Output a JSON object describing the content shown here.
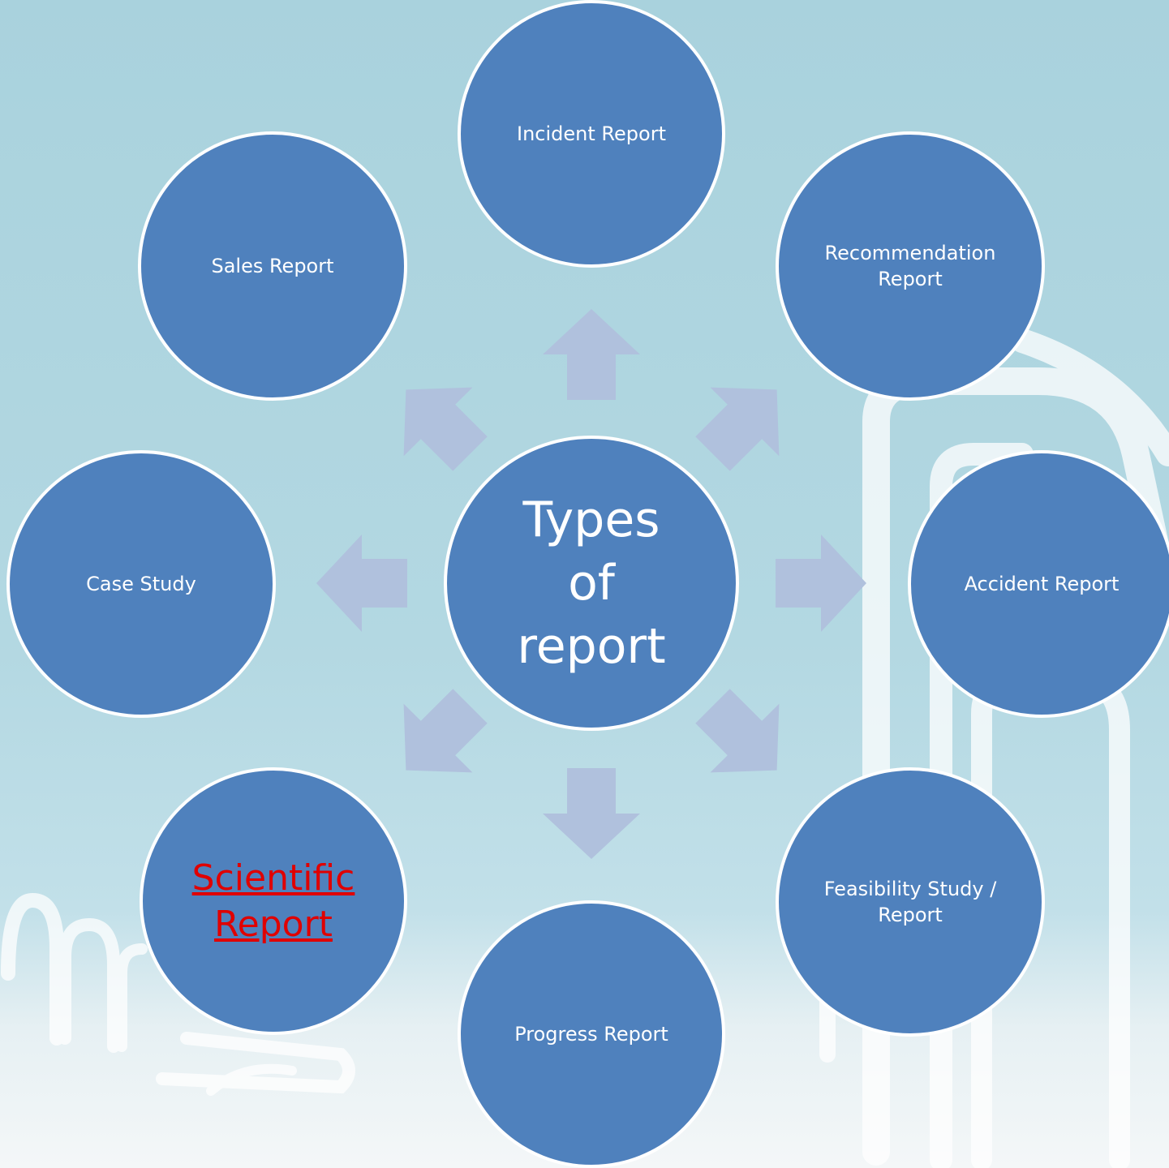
{
  "center": {
    "label": "Types\nof\nreport"
  },
  "nodes": [
    {
      "id": "incident",
      "label": "Incident Report"
    },
    {
      "id": "recommendation",
      "label": "Recommendation\nReport"
    },
    {
      "id": "accident",
      "label": "Accident Report"
    },
    {
      "id": "feasibility",
      "label": "Feasibility Study /\nReport"
    },
    {
      "id": "progress",
      "label": "Progress Report"
    },
    {
      "id": "scientific",
      "label": "Scientific\nReport",
      "is_link": true
    },
    {
      "id": "case-study",
      "label": "Case Study"
    },
    {
      "id": "sales",
      "label": "Sales Report"
    }
  ],
  "colors": {
    "node_fill": "#4f81bd",
    "node_border": "#ffffff",
    "arrow_fill": "#b0c1dd",
    "link_text": "#e00000"
  }
}
